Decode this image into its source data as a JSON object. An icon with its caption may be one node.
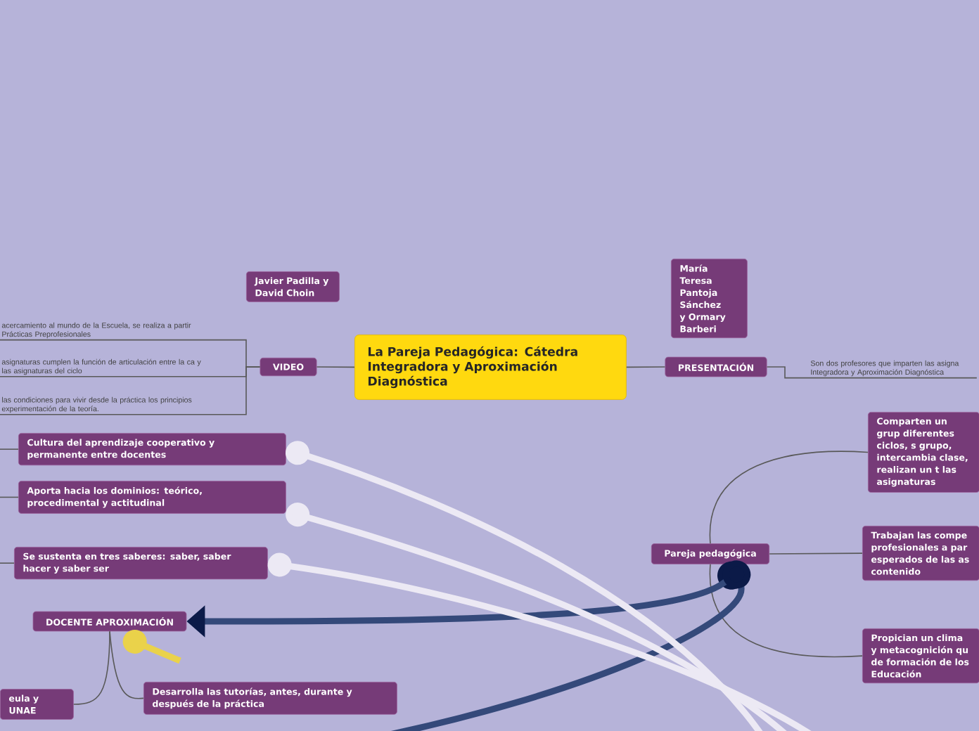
{
  "diagram": {
    "nodes": [
      {
        "text": [
          "La Pareja Pedagógica: Cátedra Integradora y Aproximación Diagnóstica"
        ]
      },
      {
        "text": [
          "VIDEO"
        ]
      },
      {
        "text": [
          "Javier Padilla y David Choin"
        ]
      },
      {
        "text": [
          "acercamiento al mundo de la Escuela, se realiza a partir Prácticas Preprofesionales"
        ]
      },
      {
        "text": [
          "asignaturas cumplen la función de articulación entre la ca y las asignaturas del ciclo"
        ]
      },
      {
        "text": [
          "las condiciones para vivir desde la práctica los principios experimentación de la teoría."
        ]
      },
      {
        "text": [
          "PRESENTACIÓN"
        ]
      },
      {
        "text": [
          "María Teresa Pantoja Sánchez y Ormary Barberi"
        ]
      },
      {
        "text": [
          "Son dos profesores que imparten las asigna Integradora y Aproximación Diagnóstica"
        ]
      },
      {
        "text": [
          "Pareja pedagógica"
        ]
      },
      {
        "text": [
          "Comparten un grup diferentes ciclos, s grupo, intercambia clase, realizan un t las asignaturas"
        ]
      },
      {
        "text": [
          "Trabajan las compe profesionales a par esperados de las as contenido"
        ]
      },
      {
        "text": [
          "Propician un clima y metacognición qu de formación de los Educación"
        ]
      },
      {
        "text": [
          "Cultura del aprendizaje cooperativo y permanente entre docentes"
        ]
      },
      {
        "text": [
          "Aporta hacia los dominios: teórico, procedimental y actitudinal"
        ]
      },
      {
        "text": [
          "Se sustenta en tres saberes: saber, saber hacer y saber ser"
        ]
      },
      {
        "text": [
          "DOCENTE APROXIMACIÓN"
        ]
      },
      {
        "text": [
          "eula y UNAE"
        ]
      },
      {
        "text": [
          "Desarrolla las tutorías, antes, durante y después de la práctica"
        ]
      }
    ],
    "edges": [
      {
        "from": 0,
        "to": 1,
        "arrow": "none"
      },
      {
        "from": 0,
        "to": 6,
        "arrow": "none"
      },
      {
        "from": 1,
        "to": 3,
        "arrow": "none"
      },
      {
        "from": 1,
        "to": 4,
        "arrow": "none"
      },
      {
        "from": 1,
        "to": 5,
        "arrow": "none"
      },
      {
        "from": 6,
        "to": 8,
        "arrow": "none"
      },
      {
        "from": 9,
        "to": 10,
        "arrow": "none"
      },
      {
        "from": 9,
        "to": 11,
        "arrow": "none"
      },
      {
        "from": 9,
        "to": 12,
        "arrow": "none"
      },
      {
        "from": 9,
        "to": 16,
        "arrow": "to",
        "style": "thick",
        "color": "#34497a"
      },
      {
        "from": 9,
        "to": null,
        "arrow": "other",
        "style": "thick",
        "color": "#34497a"
      },
      {
        "from": 13,
        "to": null,
        "arrow": "other",
        "style": "thick",
        "color": "#ece9f4"
      },
      {
        "from": 14,
        "to": null,
        "arrow": "other",
        "style": "thick",
        "color": "#ece9f4"
      },
      {
        "from": 15,
        "to": null,
        "arrow": "other",
        "style": "thick",
        "color": "#ece9f4"
      },
      {
        "from": 16,
        "to": null,
        "arrow": "other",
        "style": "thick",
        "color": "#ead24a"
      },
      {
        "from": 16,
        "to": 17,
        "arrow": "none"
      },
      {
        "from": 16,
        "to": 18,
        "arrow": "none"
      },
      {
        "from": null,
        "to": 13,
        "arrow": "none"
      },
      {
        "from": null,
        "to": 14,
        "arrow": "none"
      },
      {
        "from": null,
        "to": 15,
        "arrow": "none"
      }
    ]
  }
}
